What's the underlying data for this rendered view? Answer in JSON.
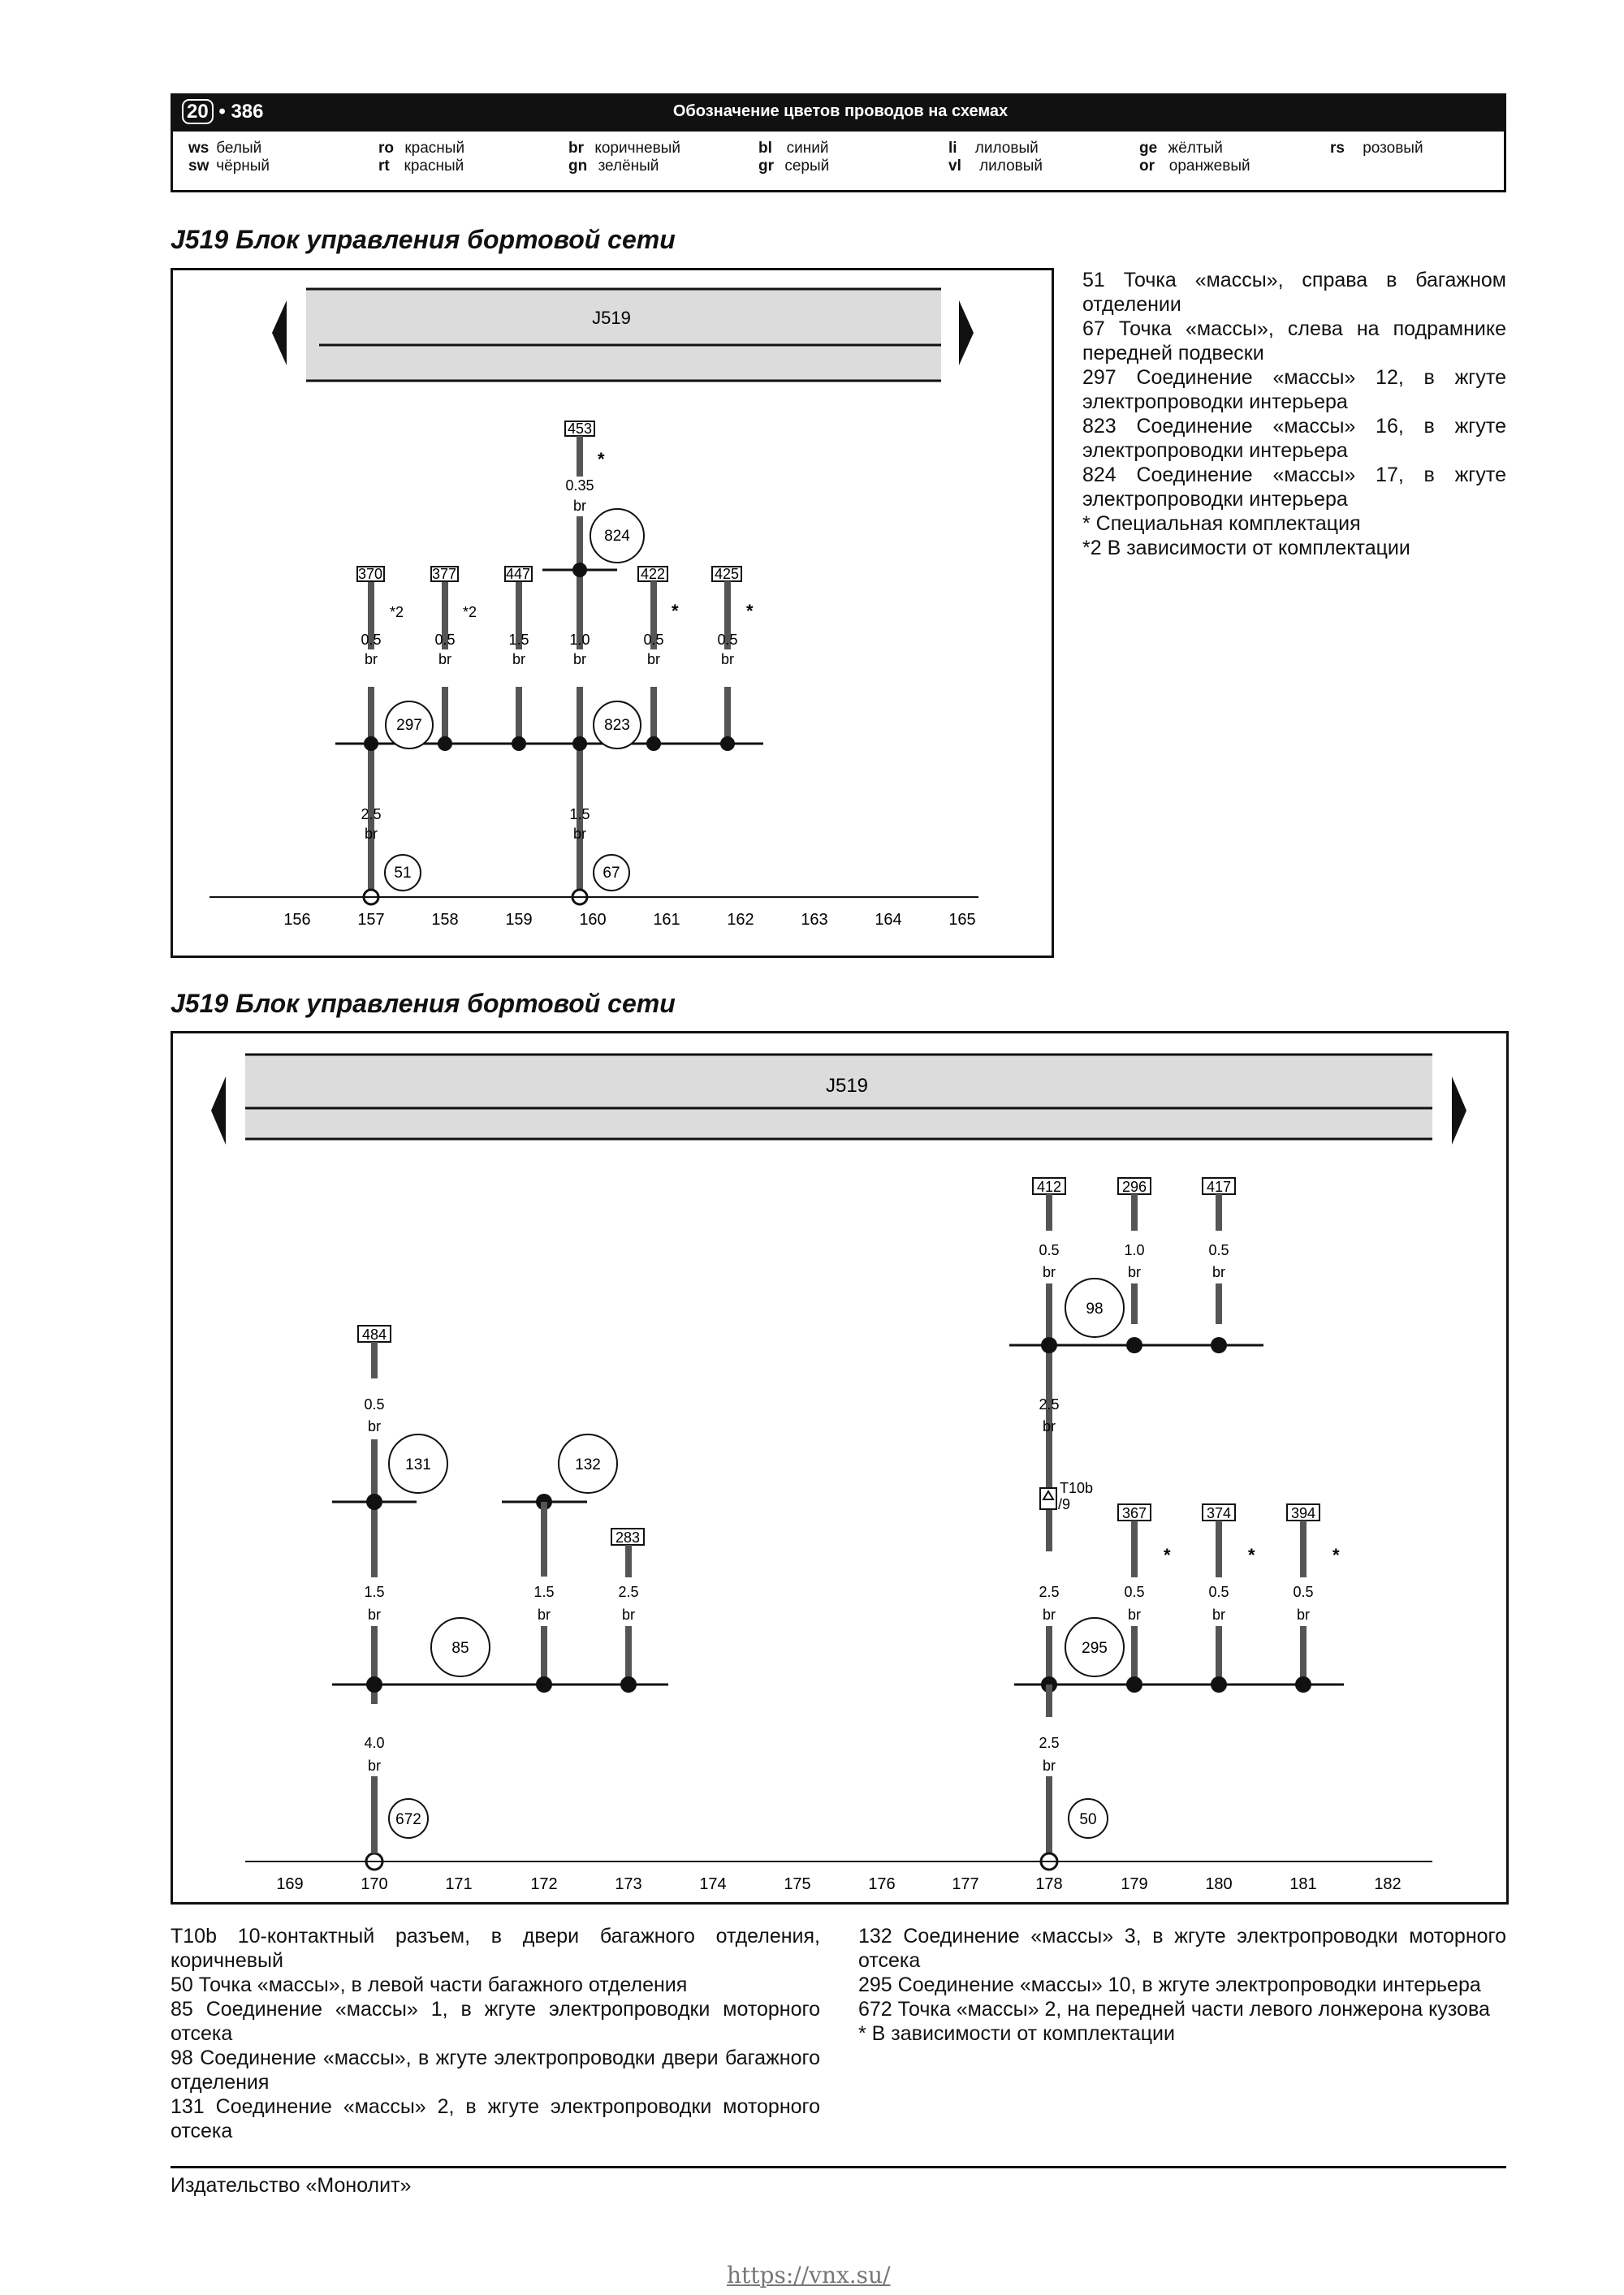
{
  "header": {
    "page_section": "20",
    "page_number": "386",
    "title": "Обозначение цветов проводов на схемах",
    "colors": [
      {
        "code1": "ws",
        "name1": "белый",
        "code2": "sw",
        "name2": "чёрный"
      },
      {
        "code1": "ro",
        "name1": "красный",
        "code2": "rt",
        "name2": "красный"
      },
      {
        "code1": "br",
        "name1": "коричневый",
        "code2": "gn",
        "name2": "зелёный"
      },
      {
        "code1": "bl",
        "name1": "синий",
        "code2": "gr",
        "name2": "серый"
      },
      {
        "code1": "li",
        "name1": "лиловый",
        "code2": "vl",
        "name2": "лиловый"
      },
      {
        "code1": "ge",
        "name1": "жёлтый",
        "code2": "or",
        "name2": "оранжевый"
      },
      {
        "code1": "rs",
        "name1": "розовый",
        "code2": "",
        "name2": ""
      }
    ]
  },
  "diagram1": {
    "title": "J519 Блок управления бортовой сети",
    "unit": "J519",
    "axis": [
      "156",
      "157",
      "158",
      "159",
      "160",
      "161",
      "162",
      "163",
      "164",
      "165"
    ],
    "pins": [
      "370",
      "377",
      "447",
      "453",
      "422",
      "425"
    ],
    "wires": [
      {
        "gauge": "0.5",
        "color": "br"
      },
      {
        "gauge": "0.5",
        "color": "br"
      },
      {
        "gauge": "1.5",
        "color": "br"
      },
      {
        "gauge": "0.35",
        "color": "br"
      },
      {
        "gauge": "1.0",
        "color": "br"
      },
      {
        "gauge": "0.5",
        "color": "br"
      },
      {
        "gauge": "0.5",
        "color": "br"
      },
      {
        "gauge": "2.5",
        "color": "br"
      },
      {
        "gauge": "1.5",
        "color": "br"
      }
    ],
    "circles": [
      "297",
      "51",
      "824",
      "823",
      "67"
    ],
    "notes": [
      "*2",
      "*2",
      "*",
      "*",
      "*"
    ]
  },
  "diagram2": {
    "title": "J519 Блок управления бортовой сети",
    "unit": "J519",
    "axis": [
      "169",
      "170",
      "171",
      "172",
      "173",
      "174",
      "175",
      "176",
      "177",
      "178",
      "179",
      "180",
      "181",
      "182"
    ],
    "pins": [
      "484",
      "283",
      "412",
      "296",
      "417",
      "367",
      "374",
      "394"
    ],
    "wires": [
      {
        "gauge": "0.5",
        "color": "br"
      },
      {
        "gauge": "1.5",
        "color": "br"
      },
      {
        "gauge": "1.5",
        "color": "br"
      },
      {
        "gauge": "2.5",
        "color": "br"
      },
      {
        "gauge": "4.0",
        "color": "br"
      },
      {
        "gauge": "0.5",
        "color": "br"
      },
      {
        "gauge": "1.0",
        "color": "br"
      },
      {
        "gauge": "0.5",
        "color": "br"
      },
      {
        "gauge": "2.5",
        "color": "br"
      },
      {
        "gauge": "2.5",
        "color": "br"
      },
      {
        "gauge": "0.5",
        "color": "br"
      },
      {
        "gauge": "0.5",
        "color": "br"
      },
      {
        "gauge": "0.5",
        "color": "br"
      },
      {
        "gauge": "2.5",
        "color": "br"
      }
    ],
    "circles": [
      "131",
      "132",
      "85",
      "672",
      "98",
      "295",
      "50"
    ],
    "connector": {
      "name": "T10b",
      "pin": "/9"
    },
    "notes": [
      "*",
      "*",
      "*"
    ]
  },
  "legend1": [
    "51 Точка «массы», справа в багажном отделении",
    "67 Точка «массы», слева на подрамнике передней подвески",
    "297 Соединение «массы» 12, в жгуте электропроводки интерьера",
    "823 Соединение «массы» 16, в жгуте электропроводки интерьера",
    "824 Соединение «массы» 17, в жгуте электропроводки интерьера",
    "* Специальная комплектация",
    "*2 В зависимости от комплектации"
  ],
  "legend2_left": [
    "T10b 10-контактный разъем, в двери багажного отделения, коричневый",
    "50 Точка «массы», в левой части багажного отделения",
    "85 Соединение «массы» 1, в жгуте электропроводки моторного отсека",
    "98 Соединение «массы», в жгуте электропроводки двери багажного отделения",
    "131 Соединение «массы» 2, в жгуте электропроводки моторного отсека"
  ],
  "legend2_right": [
    "132 Соединение «массы» 3, в жгуте электропроводки моторного отсека",
    "295 Соединение «массы» 10, в жгуте электропроводки интерьера",
    "672 Точка «массы» 2, на передней части левого лонжерона кузова",
    "* В зависимости от комплектации"
  ],
  "footer": {
    "publisher": "Издательство «Монолит»",
    "watermark": "https://vnx.su/"
  }
}
